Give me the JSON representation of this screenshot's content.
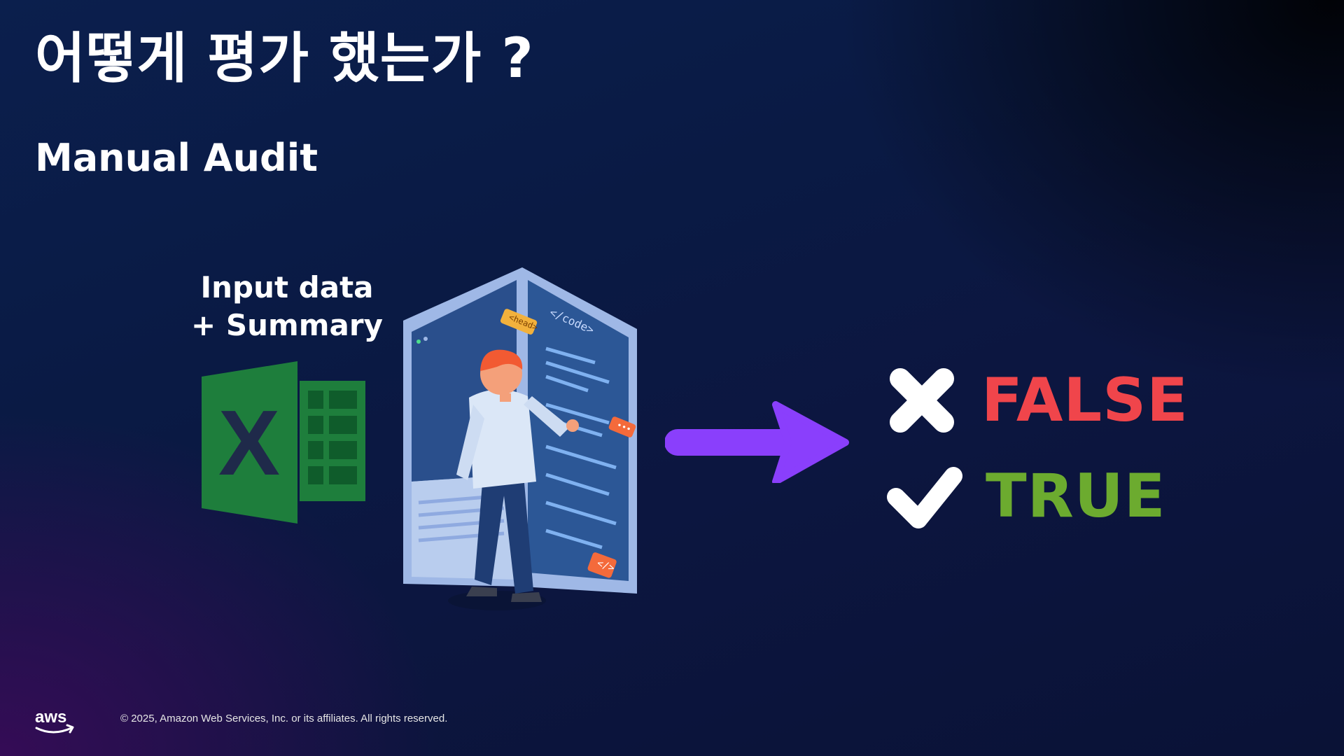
{
  "slide": {
    "title": "어떻게 평가 했는가 ?",
    "subtitle": "Manual Audit"
  },
  "input": {
    "line1": "Input data",
    "line2": "+ Summary",
    "icon": "excel-icon",
    "icon_letter": "X",
    "icon_color": "#1e7e3c"
  },
  "illustration": {
    "icon": "developer-code-screen-illustration",
    "tag_head": "<head>",
    "tag_code": "</code>",
    "tag_dots": "•••",
    "tag_slash": "</>"
  },
  "arrow": {
    "icon": "arrow-right-icon",
    "color": "#8a3ffc"
  },
  "results": [
    {
      "icon": "cross-icon",
      "label": "FALSE",
      "color": "#f0454b"
    },
    {
      "icon": "check-icon",
      "label": "TRUE",
      "color": "#6cab2f"
    }
  ],
  "footer": {
    "logo": "aws",
    "copyright": "© 2025, Amazon Web Services, Inc. or its affiliates. All rights reserved."
  }
}
